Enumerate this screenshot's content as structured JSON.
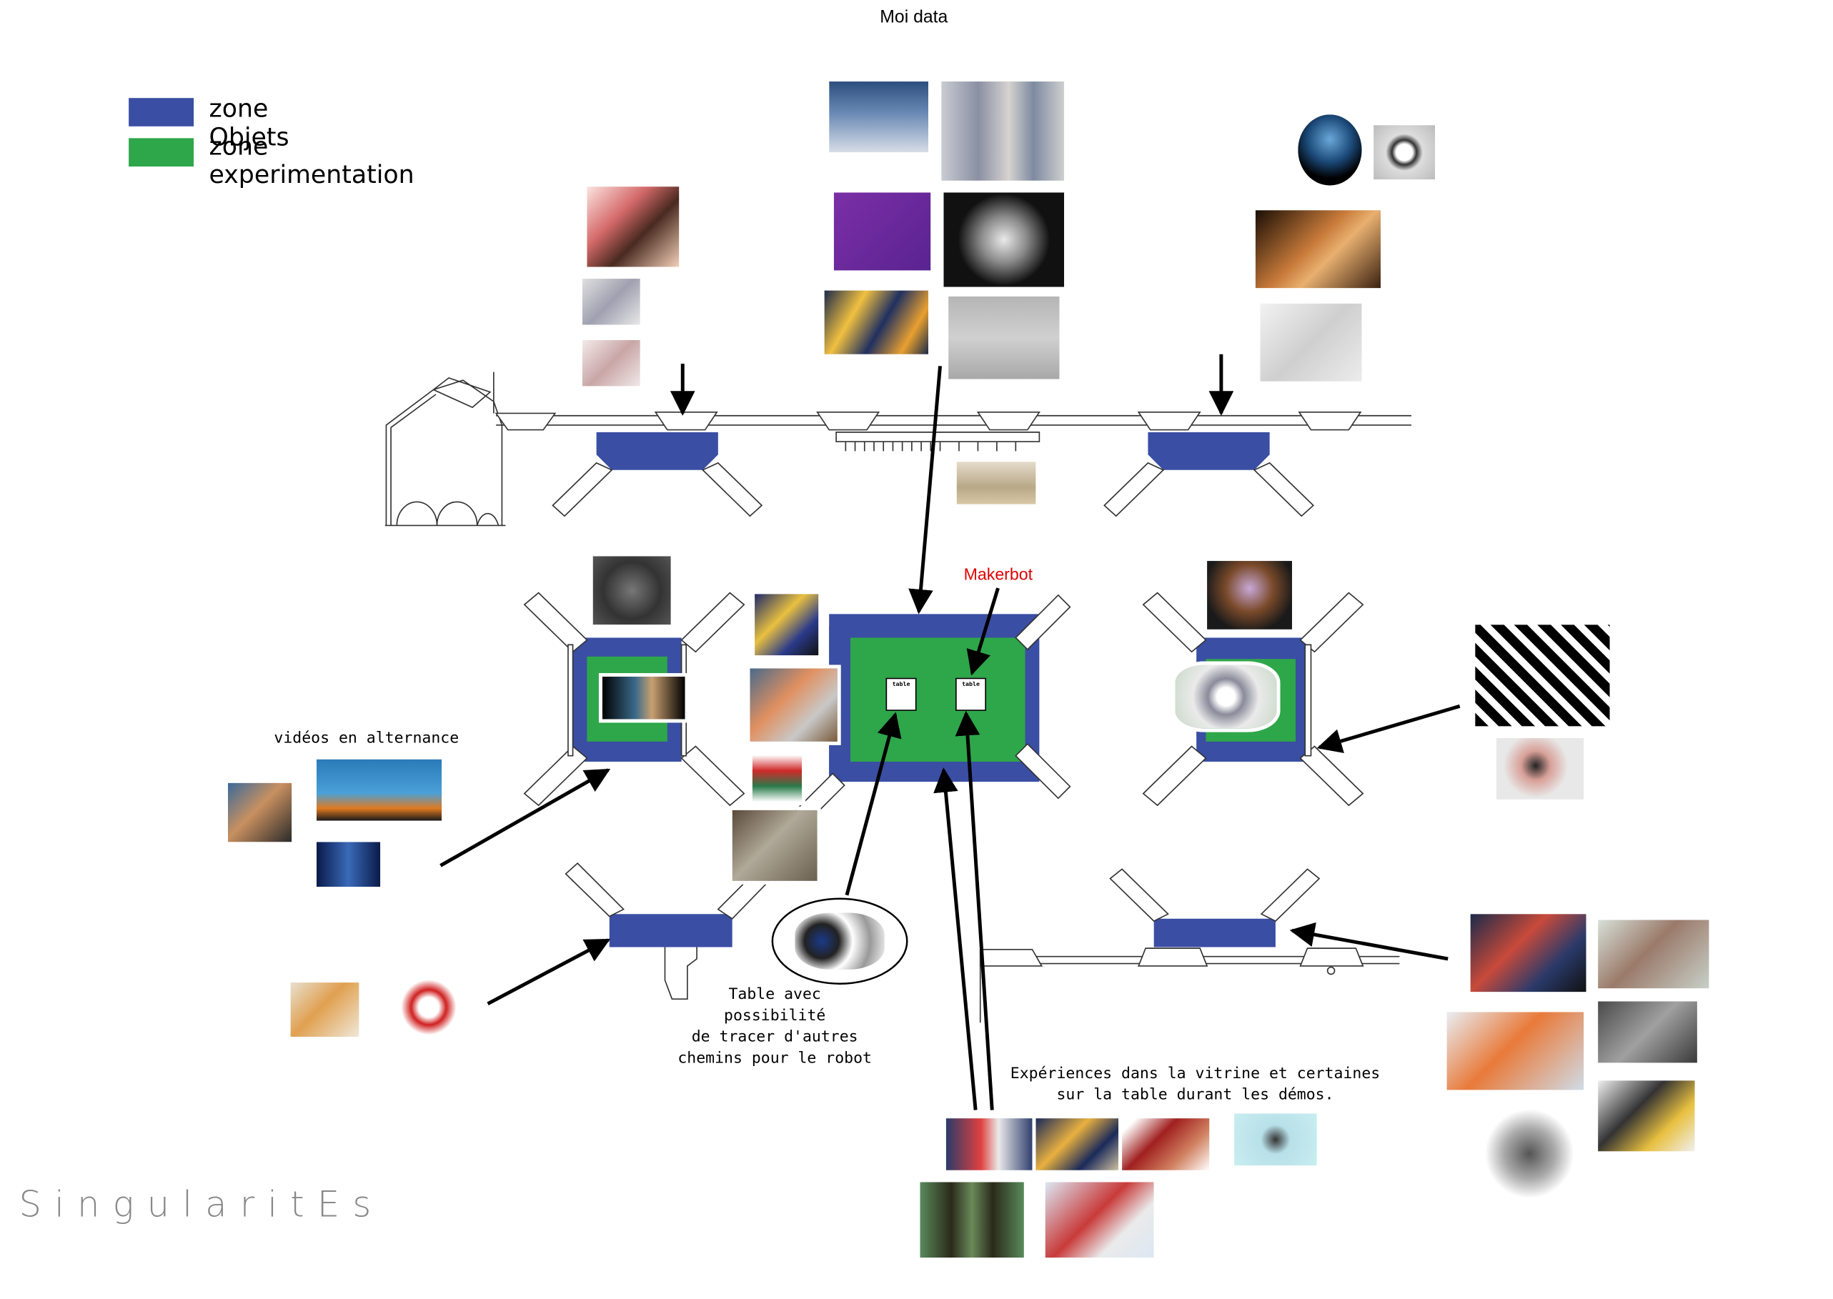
{
  "title": "Moi data",
  "legend": [
    {
      "label": "zone Objets",
      "color": "#3a4ea3"
    },
    {
      "label": "zone experimentation",
      "color": "#2ea64a"
    }
  ],
  "labels": {
    "makerbot": "Makerbot",
    "videos": "vidéos en alternance",
    "table_note": "Table avec\npossibilité\nde tracer d'autres\nchemins pour le robot",
    "experiences": "Expériences dans la vitrine et certaines\nsur la table durant les démos.",
    "table_tag": "table",
    "brand": "SingularitEs"
  },
  "colors": {
    "zone_objets": "#3a4ea3",
    "zone_experimentation": "#2ea64a",
    "annotation": "#e00000"
  }
}
